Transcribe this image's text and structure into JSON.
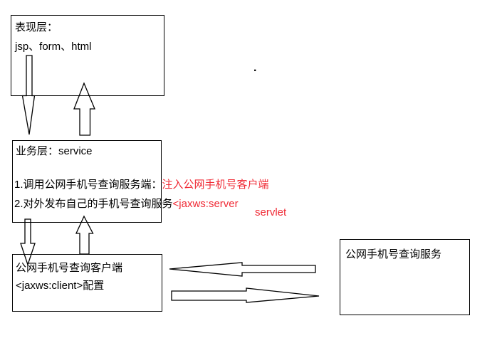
{
  "colors": {
    "line": "#000000",
    "text": "#000000",
    "red_text": "#f02b36",
    "background": "#ffffff"
  },
  "nodes": {
    "presentation": {
      "line1": "表现层：",
      "line2": "jsp、form、html"
    },
    "business": {
      "title": "业务层：service",
      "item1": {
        "black": "1.调用公网手机号查询服务端：",
        "red": "注入公网手机号客户端"
      },
      "item2": {
        "black": "2.对外发布自己的手机号查询服务",
        "red": "<jaxws:server"
      },
      "annotation": "servlet"
    },
    "client": {
      "line1": "公网手机号查询客户端",
      "line2": "<jaxws:client>配置"
    },
    "service": {
      "line1": "公网手机号查询服务"
    }
  },
  "stray_dot": "."
}
